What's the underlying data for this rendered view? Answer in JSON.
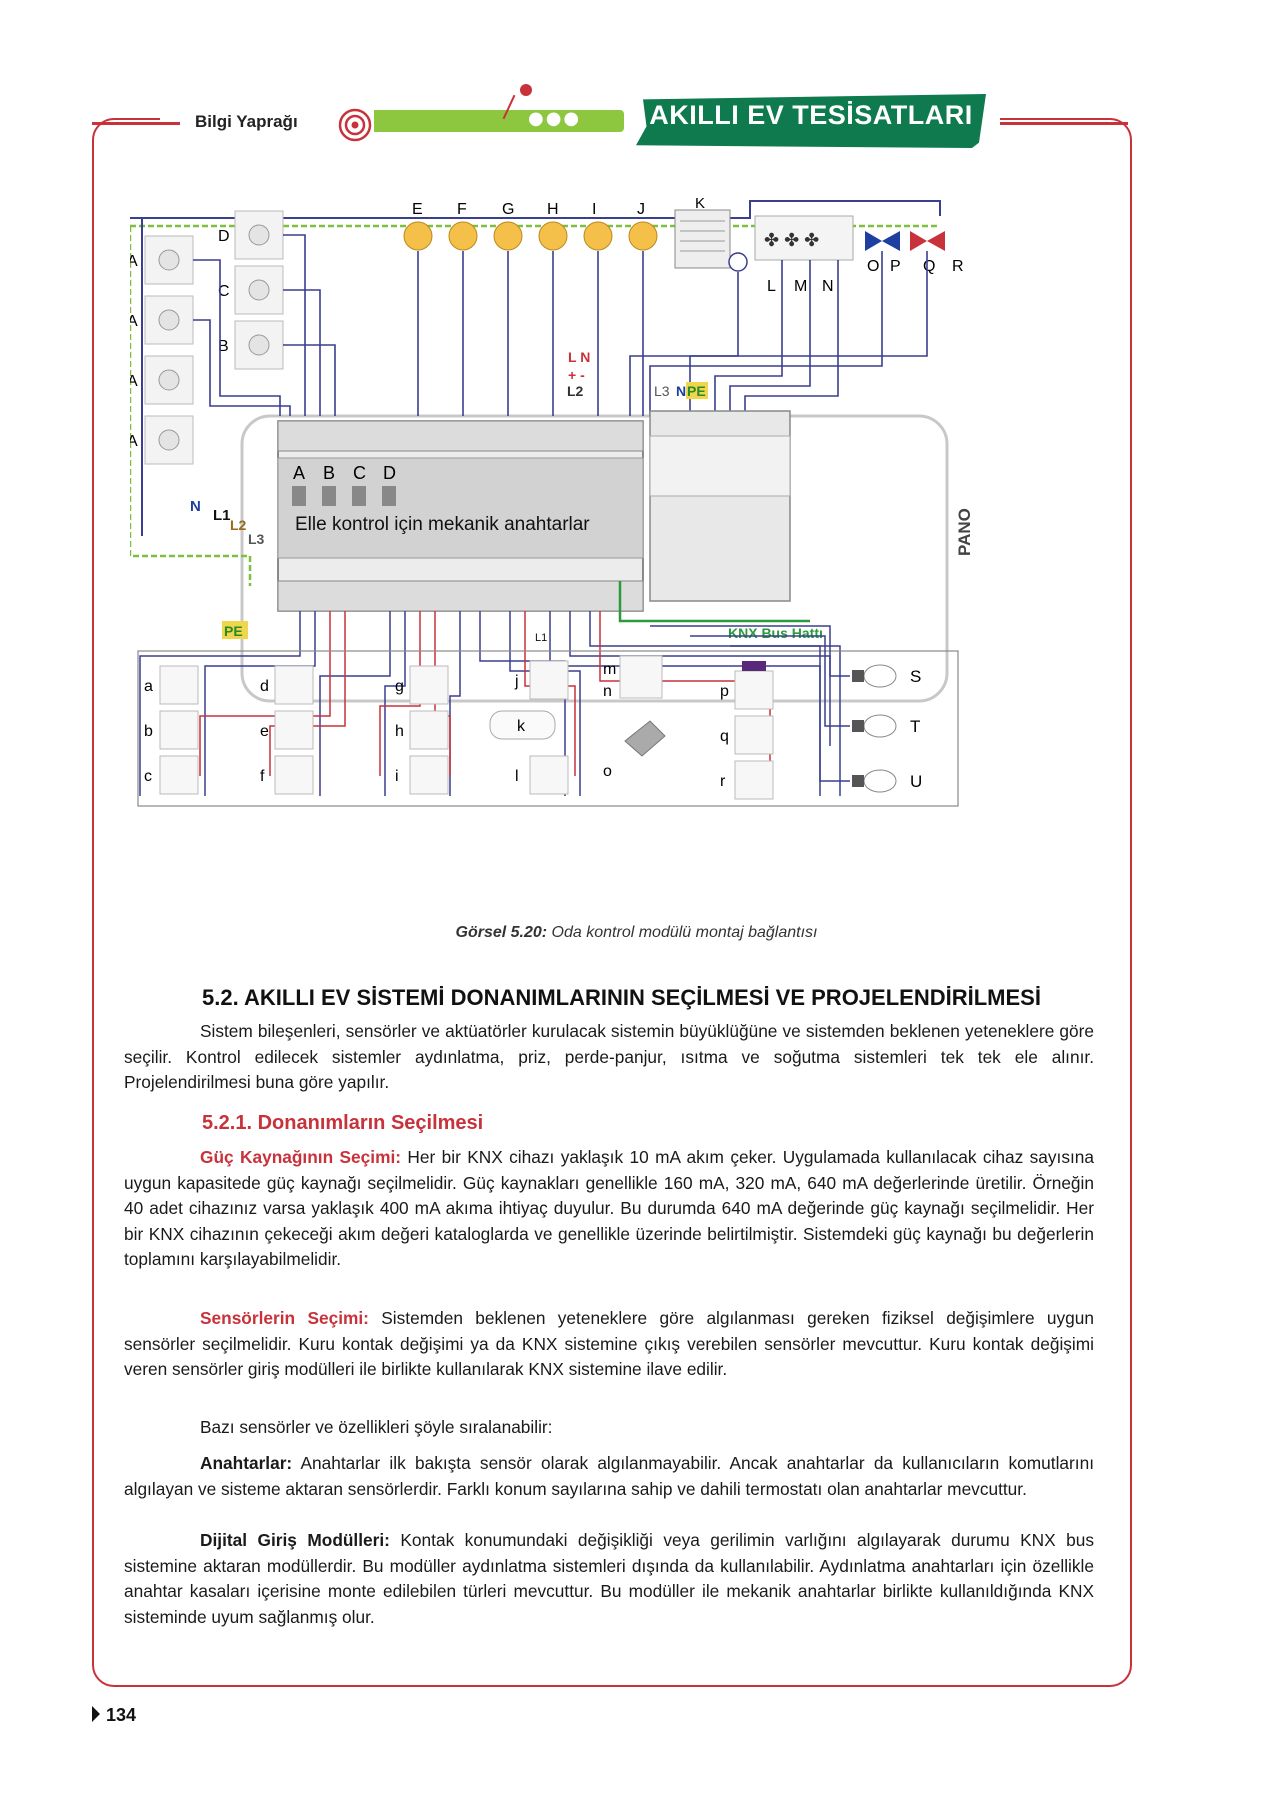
{
  "header": {
    "label": "Bilgi Yaprağı",
    "title": "AKILLI EV TESİSATLARI"
  },
  "figure": {
    "caption_label": "Görsel 5.20:",
    "caption_text": " Oda kontrol modülü montaj bağlantısı",
    "module_text": "Elle kontrol için mekanik anahtarlar",
    "pano": "PANO",
    "bus": "KNX Bus Hattı",
    "letters_top": [
      "E",
      "F",
      "G",
      "H",
      "I",
      "J",
      "K"
    ],
    "letters_right": [
      "L",
      "M",
      "N",
      "O",
      "P",
      "Q",
      "R"
    ],
    "socket_labels": [
      "A",
      "A",
      "A",
      "A",
      "D",
      "C",
      "B"
    ],
    "switch_labels": [
      "a",
      "b",
      "c",
      "d",
      "e",
      "f",
      "g",
      "h",
      "i",
      "j",
      "k",
      "l",
      "m",
      "n",
      "o",
      "p",
      "q",
      "r"
    ],
    "lamp_labels": [
      "S",
      "T",
      "U"
    ],
    "lines": [
      "N",
      "L1",
      "L2",
      "L3",
      "PE",
      "L N",
      "+ -",
      "L2",
      "L3",
      "N",
      "PE",
      "L1"
    ],
    "module_keys": [
      "A",
      "B",
      "C",
      "D"
    ]
  },
  "section": {
    "title": "5.2. AKILLI EV SİSTEMİ DONANIMLARININ SEÇİLMESİ VE PROJELENDİRİLMESİ",
    "intro": "Sistem bileşenleri, sensörler ve aktüatörler kurulacak sistemin büyüklüğüne ve sistemden beklenen yeteneklere göre seçilir.  Kontrol edilecek sistemler aydınlatma, priz, perde-panjur, ısıtma ve soğutma sistemleri tek tek ele alınır. Projelendirilmesi buna göre yapılır.",
    "subtitle": "5.2.1. Donanımların Seçilmesi",
    "power_label": "Güç Kaynağının Seçimi:",
    "power_text": " Her bir KNX cihazı yaklaşık 10 mA akım çeker. Uygulamada kullanılacak cihaz sayısına uygun kapasitede güç kaynağı seçilmelidir. Güç kaynakları genellikle 160 mA, 320 mA, 640 mA değerlerinde üretilir. Örneğin 40 adet cihazınız varsa yaklaşık 400 mA akıma ihtiyaç duyulur. Bu durumda 640 mA değerinde güç kaynağı seçilmelidir. Her bir KNX cihazının çekeceği akım değeri kataloglarda ve genellikle üzerinde belirtilmiştir. Sistemdeki güç kaynağı bu değerlerin toplamını karşılayabilmelidir.",
    "sensor_label": "Sensörlerin Seçimi:",
    "sensor_text": " Sistemden beklenen yeteneklere göre algılanması gereken fiziksel değişimlere uygun sensörler seçilmelidir. Kuru kontak değişimi ya da KNX sistemine çıkış verebilen sensörler mevcuttur. Kuru kontak değişimi veren sensörler giriş modülleri ile birlikte kullanılarak KNX sistemine ilave edilir.",
    "list_intro": "Bazı sensörler ve özellikleri şöyle sıralanabilir:",
    "switch_label": "Anahtarlar:",
    "switch_text": " Anahtarlar ilk bakışta sensör olarak algılanmayabilir. Ancak anahtarlar da kullanıcıların komutlarını algılayan ve sisteme aktaran sensörlerdir. Farklı konum sayılarına sahip ve dahili termostatı olan anahtarlar mevcuttur.",
    "digital_label": "Dijital Giriş Modülleri:",
    "digital_text": " Kontak konumundaki değişikliği veya gerilimin varlığını algılayarak durumu KNX bus sistemine aktaran modüllerdir. Bu modüller aydınlatma sistemleri dışında da kullanılabilir. Aydınlatma anahtarları için özellikle anahtar kasaları içerisine monte edilebilen türleri mevcuttur. Bu modüller ile mekanik anahtarlar birlikte kullanıldığında KNX sisteminde uyum sağlanmış olur."
  },
  "page_number": "134",
  "colors": {
    "accent": "#c8323a",
    "banner": "#0e7a4e",
    "stripe": "#8dc63f"
  }
}
